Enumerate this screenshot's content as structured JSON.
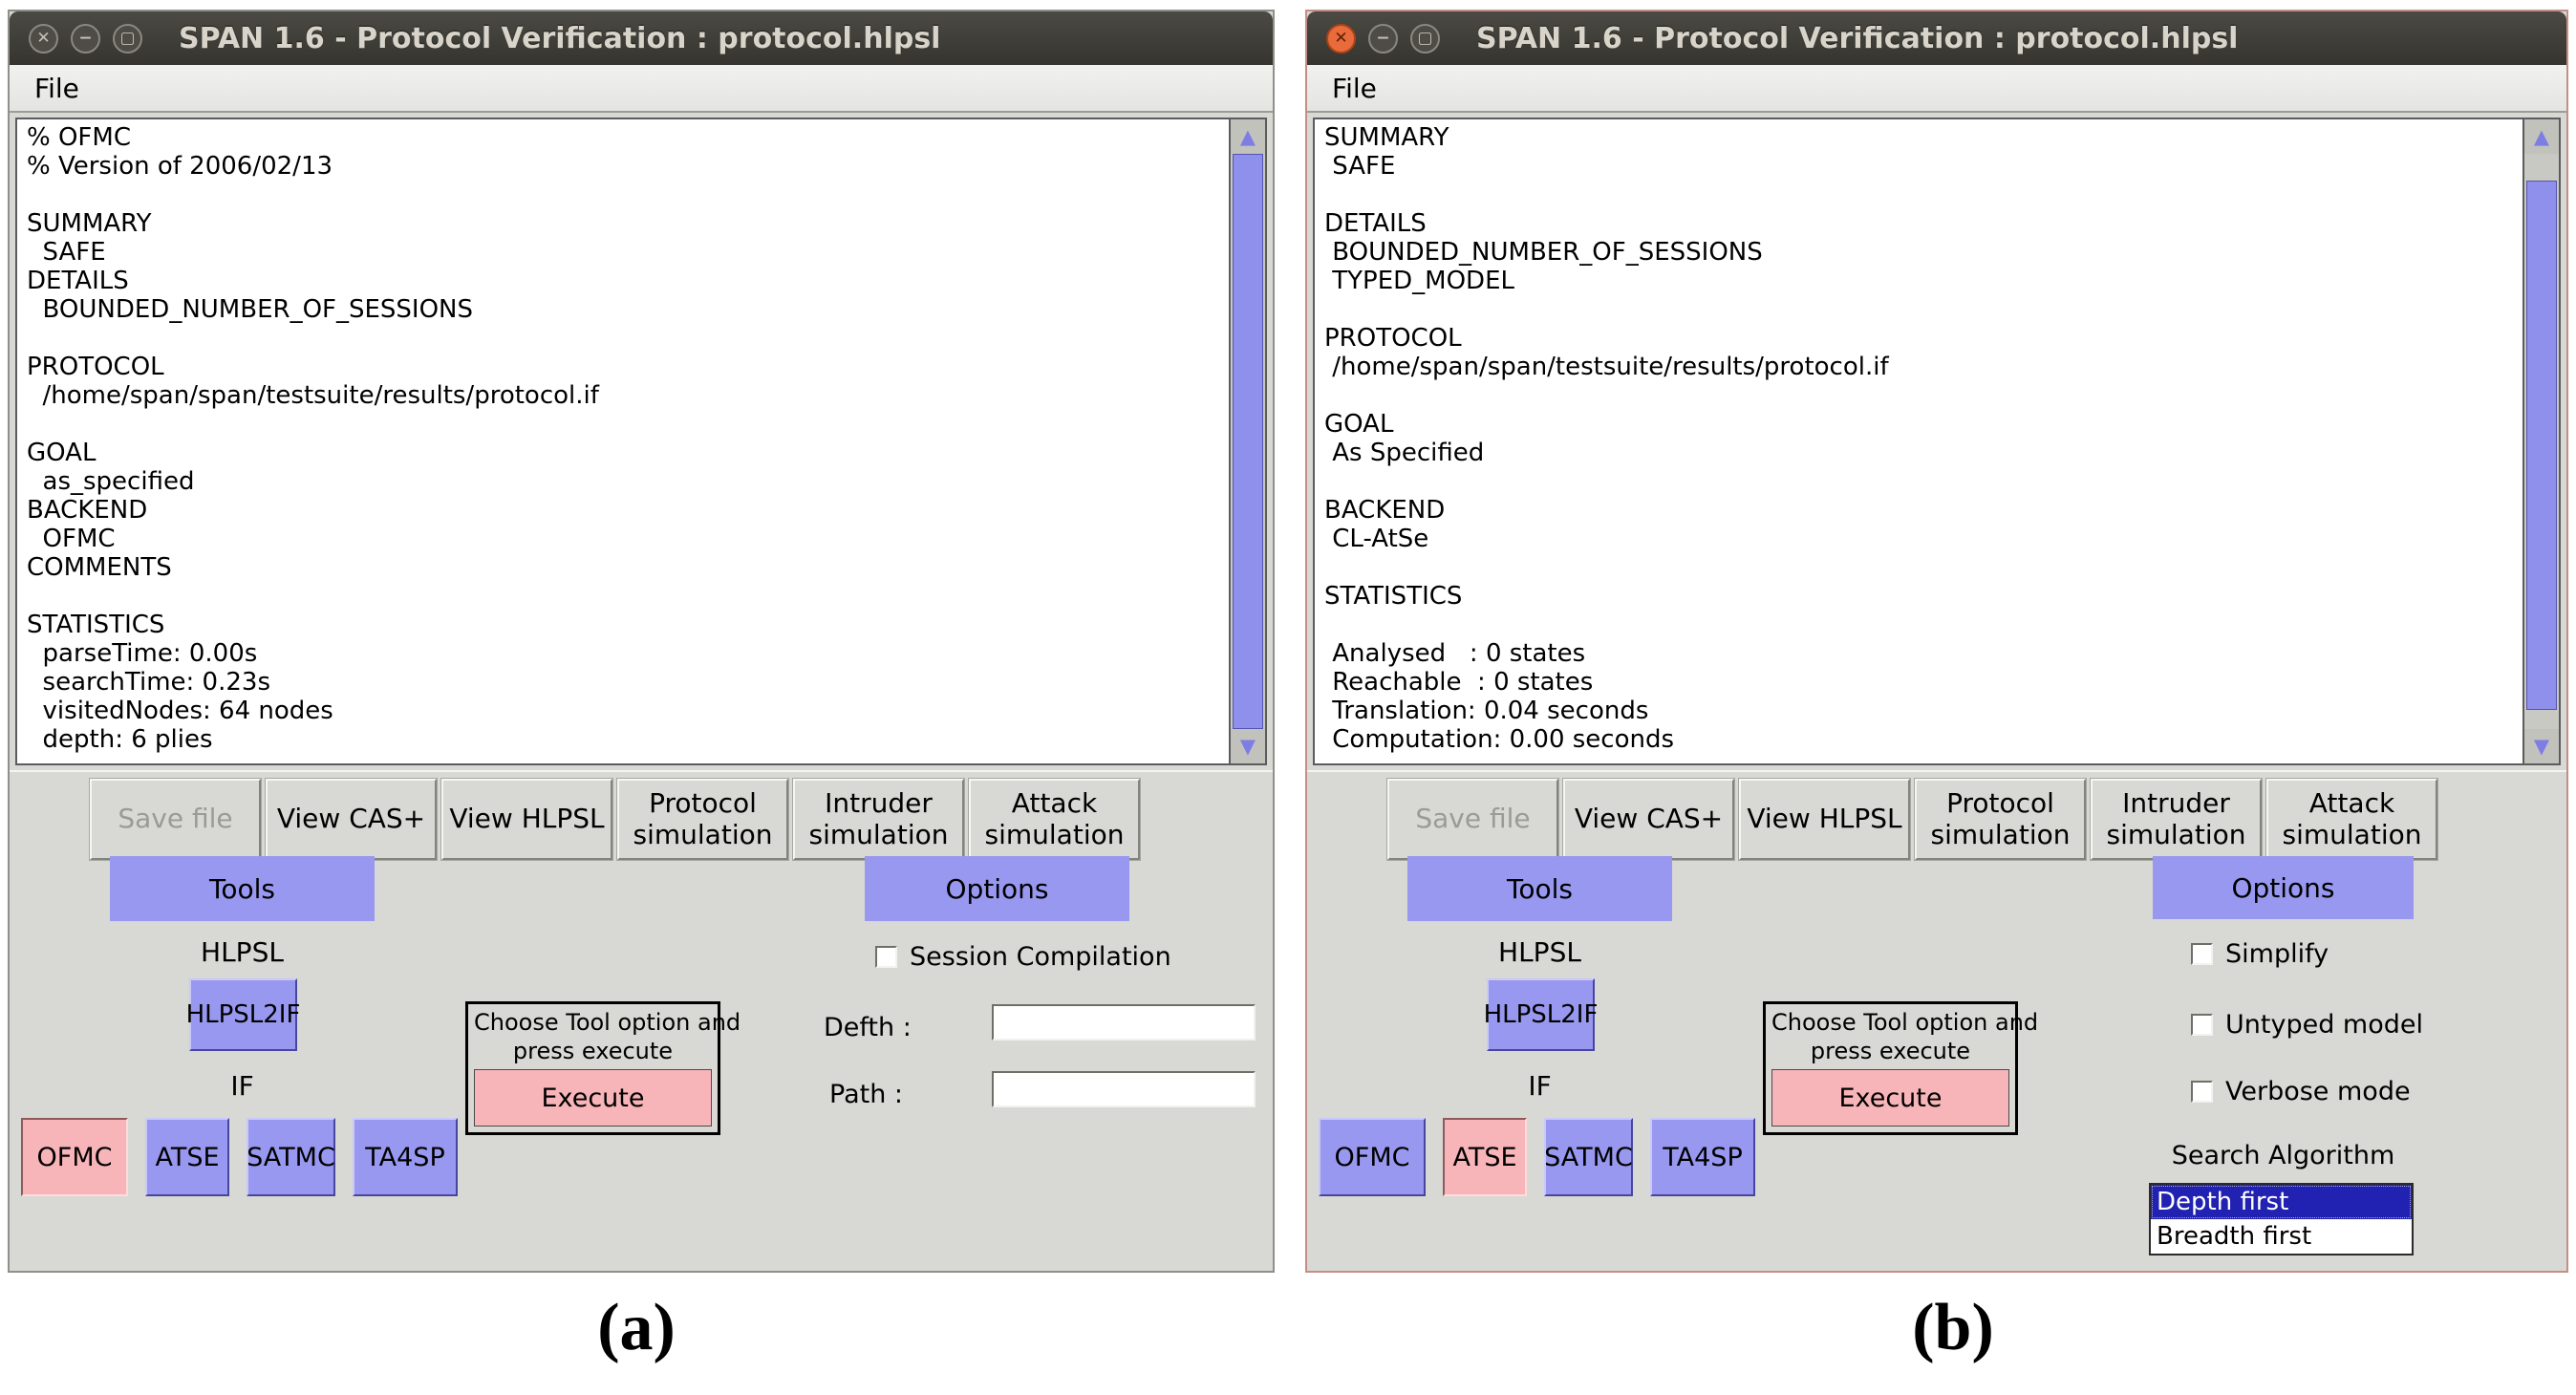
{
  "figure": {
    "caption_a": "(a)",
    "caption_b": "(b)"
  },
  "icons": {
    "close": "✕",
    "minimize": "−",
    "maximize": "▢",
    "scroll_up": "▲",
    "scroll_down": "▼"
  },
  "shared": {
    "title": "SPAN 1.6 - Protocol Verification : protocol.hlpsl",
    "menu_file": "File",
    "toolbar": {
      "save_file": "Save file",
      "view_cas": "View CAS+",
      "view_hlpsl": "View HLPSL",
      "protocol_sim": "Protocol simulation",
      "intruder_sim": "Intruder simulation",
      "attack_sim": "Attack simulation"
    },
    "tools_tab": "Tools",
    "options_tab": "Options",
    "hlpsl_label": "HLPSL",
    "hlpsl2if": "HLPSL2IF",
    "if_label": "IF",
    "backends": {
      "ofmc": "OFMC",
      "atse": "ATSE",
      "satmc": "SATMC",
      "ta4sp": "TA4SP"
    },
    "execute_hint_line1": "Choose Tool option and",
    "execute_hint_line2": "press execute",
    "execute": "Execute"
  },
  "window_a": {
    "selected_backend": "OFMC",
    "console_text": "% OFMC\n% Version of 2006/02/13\n\nSUMMARY\n  SAFE\nDETAILS\n  BOUNDED_NUMBER_OF_SESSIONS\n\nPROTOCOL\n  /home/span/span/testsuite/results/protocol.if\n\nGOAL\n  as_specified\nBACKEND\n  OFMC\nCOMMENTS\n\nSTATISTICS\n  parseTime: 0.00s\n  searchTime: 0.23s\n  visitedNodes: 64 nodes\n  depth: 6 plies",
    "options": {
      "session_compilation": "Session Compilation",
      "defth_label": "Defth :",
      "defth_value": "",
      "path_label": "Path :",
      "path_value": ""
    }
  },
  "window_b": {
    "selected_backend": "ATSE",
    "console_text": "SUMMARY\n SAFE\n\nDETAILS\n BOUNDED_NUMBER_OF_SESSIONS\n TYPED_MODEL\n\nPROTOCOL\n /home/span/span/testsuite/results/protocol.if\n\nGOAL\n As Specified\n\nBACKEND\n CL-AtSe\n\nSTATISTICS\n\n Analysed   : 0 states\n Reachable  : 0 states\n Translation: 0.04 seconds\n Computation: 0.00 seconds",
    "options": {
      "simplify": "Simplify",
      "untyped_model": "Untyped model",
      "verbose_mode": "Verbose mode",
      "search_algorithm_label": "Search Algorithm",
      "search_options": [
        "Depth first",
        "Breadth first"
      ],
      "selected_search": "Depth first"
    }
  },
  "colors": {
    "accent_purple": "#9898f0",
    "selected_pink": "#f8b5b9",
    "selection_navy": "#2121b2",
    "titlebar_dark": "#3e3d38",
    "close_orange": "#e96b3c",
    "panel_grey": "#d8d8d4"
  }
}
